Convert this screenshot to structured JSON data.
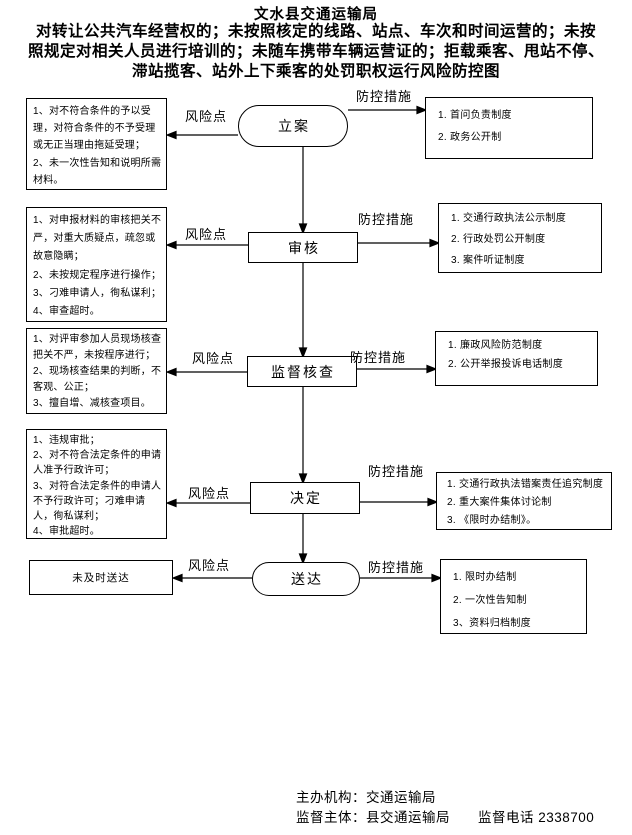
{
  "colors": {
    "ink": "#000000",
    "background": "#ffffff"
  },
  "header": {
    "title": "文水县交通运输局",
    "subtitle_lines": [
      "对转让公共汽车经营权的；未按照核定的线路、站点、车次和时间运营的；未按",
      "照规定对相关人员进行培训的；未随车携带车辆运营证的；拒载乘客、甩站不停、",
      "滞站揽客、站外上下乘客的处罚职权运行风险防控图"
    ]
  },
  "labels": {
    "risk": "风险点",
    "control": "防控措施"
  },
  "flow": {
    "rows": [
      {
        "step": "立案",
        "shape": "stadium",
        "risks": [
          "1、对不符合条件的予以受理，对符合条件的不予受理或无正当理由拖延受理；",
          "2、未一次性告知和说明所需材料。"
        ],
        "controls": [
          "1. 首问负责制度",
          "2. 政务公开制"
        ]
      },
      {
        "step": "审核",
        "shape": "rect",
        "risks": [
          "1、对申报材料的审核把关不严，对重大质疑点，疏忽或故意隐瞒；",
          "2、未按规定程序进行操作；",
          "3、刁难申请人，徇私谋利；",
          "4、审查超时。"
        ],
        "controls": [
          "1. 交通行政执法公示制度",
          "2. 行政处罚公开制度",
          "3. 案件听证制度"
        ]
      },
      {
        "step": "监督核查",
        "shape": "rect",
        "risks": [
          "1、对评审参加人员现场核查把关不严，未按程序进行；",
          "2、现场核查结果的判断，不客观、公正；",
          "3、擅自增、减核查项目。"
        ],
        "controls": [
          "1. 廉政风险防范制度",
          "2. 公开举报投诉电话制度"
        ]
      },
      {
        "step": "决定",
        "shape": "rect",
        "risks": [
          "1、违规审批；",
          "2、对不符合法定条件的申请人准予行政许可；",
          "3、对符合法定条件的申请人不予行政许可；刁难申请人，徇私谋利；",
          "4、审批超时。"
        ],
        "controls": [
          "1. 交通行政执法错案责任追究制度",
          "2. 重大案件集体讨论制",
          "3. 《限时办结制》。"
        ]
      },
      {
        "step": "送达",
        "shape": "stadium",
        "risks": [
          "未及时送达"
        ],
        "controls": [
          "1. 限时办结制",
          "2. 一次性告知制",
          "3、资料归档制度"
        ]
      }
    ]
  },
  "footer": {
    "line1": "主办机构：交通运输局",
    "line2": "监督主体：县交通运输局　　监督电话 2338700"
  }
}
